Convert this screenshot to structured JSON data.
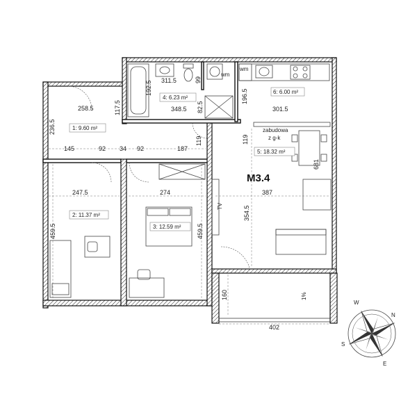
{
  "unit_label": "M3.4",
  "rooms": [
    {
      "id": "r1",
      "label": "1: 9.60 m²"
    },
    {
      "id": "r2",
      "label": "2: 11.37 m²"
    },
    {
      "id": "r3",
      "label": "3: 12.59 m²"
    },
    {
      "id": "r4",
      "label": "4: 6.23 m²"
    },
    {
      "id": "r5",
      "label": "5: 18.32 m²"
    },
    {
      "id": "r6",
      "label": "6: 6.00 m²"
    }
  ],
  "dimensions": {
    "d311_5": "311.5",
    "d99": "99",
    "d192_5": "192.5",
    "d348_5": "348.5",
    "d82_5": "82.5",
    "d196_5": "196.5",
    "d301_5": "301.5",
    "d258_5": "258.5",
    "d117_5": "117.5",
    "d236_5": "236.5",
    "d145": "145",
    "d92a": "92",
    "d34": "34",
    "d92b": "92",
    "d187": "187",
    "d119a": "119",
    "d119b": "119",
    "d681": "681",
    "d247_5": "247.5",
    "d274": "274",
    "d387": "387",
    "d354_5": "354.5",
    "d459_5a": "459.5",
    "d459_5b": "459.5",
    "d160": "160",
    "d402": "402"
  },
  "annotations": {
    "wm1": "wm",
    "wm2": "wm",
    "zabudowa": "zabudowa",
    "zgk": "z g-k",
    "tv": "TV",
    "slope": "1%"
  },
  "compass": {
    "n": "N",
    "s": "S",
    "e": "E",
    "w": "W"
  }
}
